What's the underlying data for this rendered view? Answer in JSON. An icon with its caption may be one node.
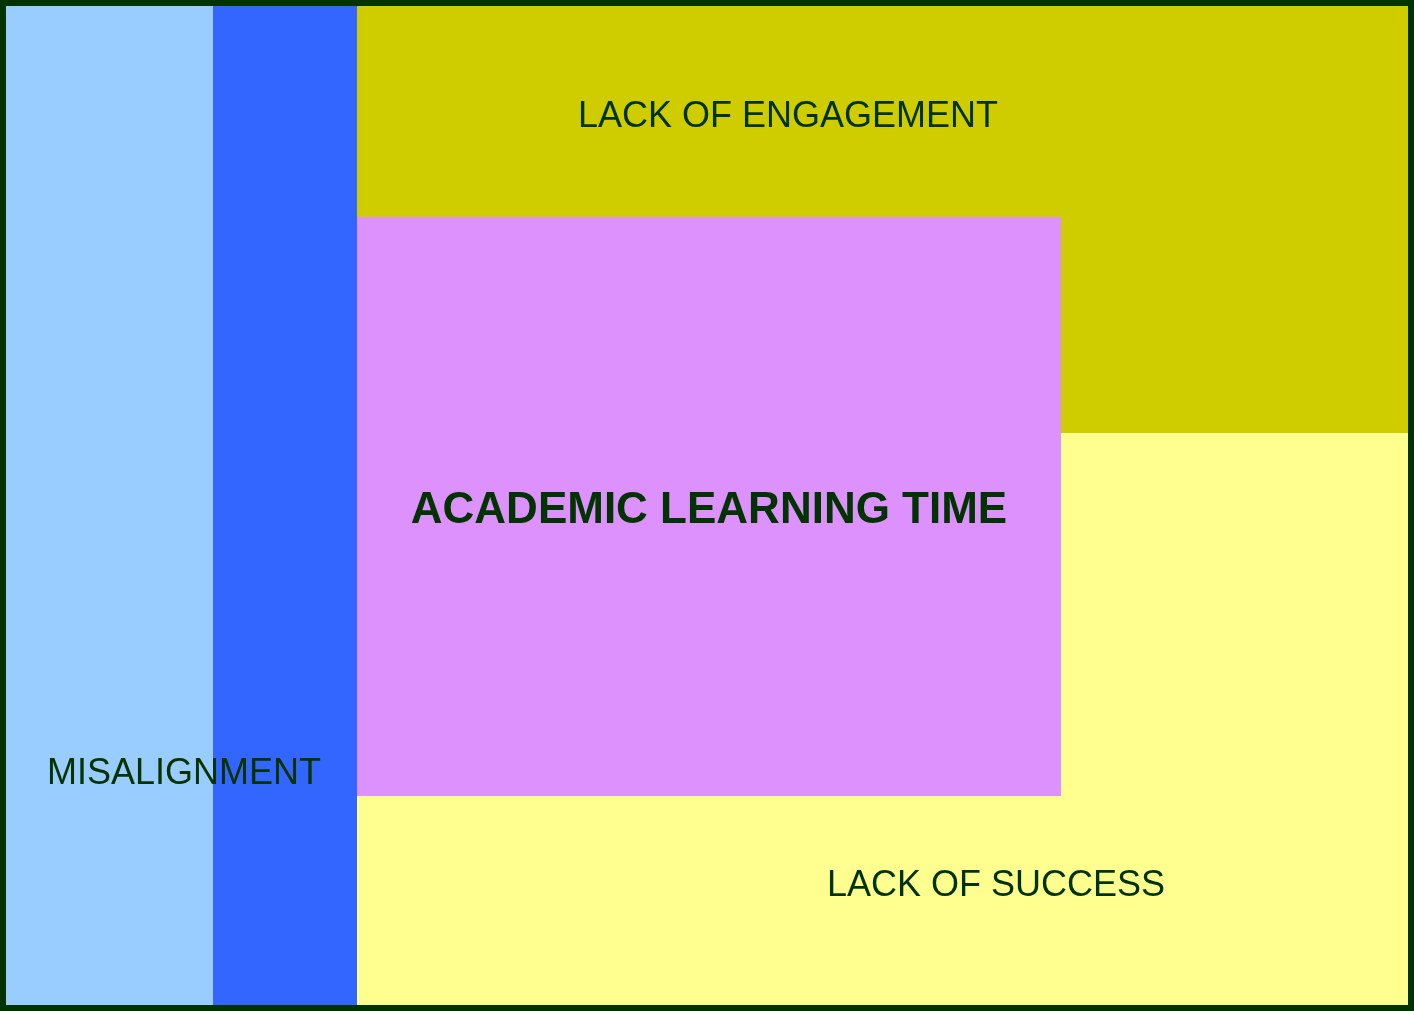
{
  "diagram": {
    "nodes": [
      {
        "text": [
          "MISALIGNMENT"
        ]
      },
      {
        "text": [],
        "shape": "bar"
      },
      {
        "text": [
          "LACK OF ENGAGEMENT"
        ]
      },
      {
        "text": [
          "ACADEMIC LEARNING TIME"
        ]
      },
      {
        "text": [
          "LACK OF SUCCESS"
        ]
      }
    ]
  }
}
